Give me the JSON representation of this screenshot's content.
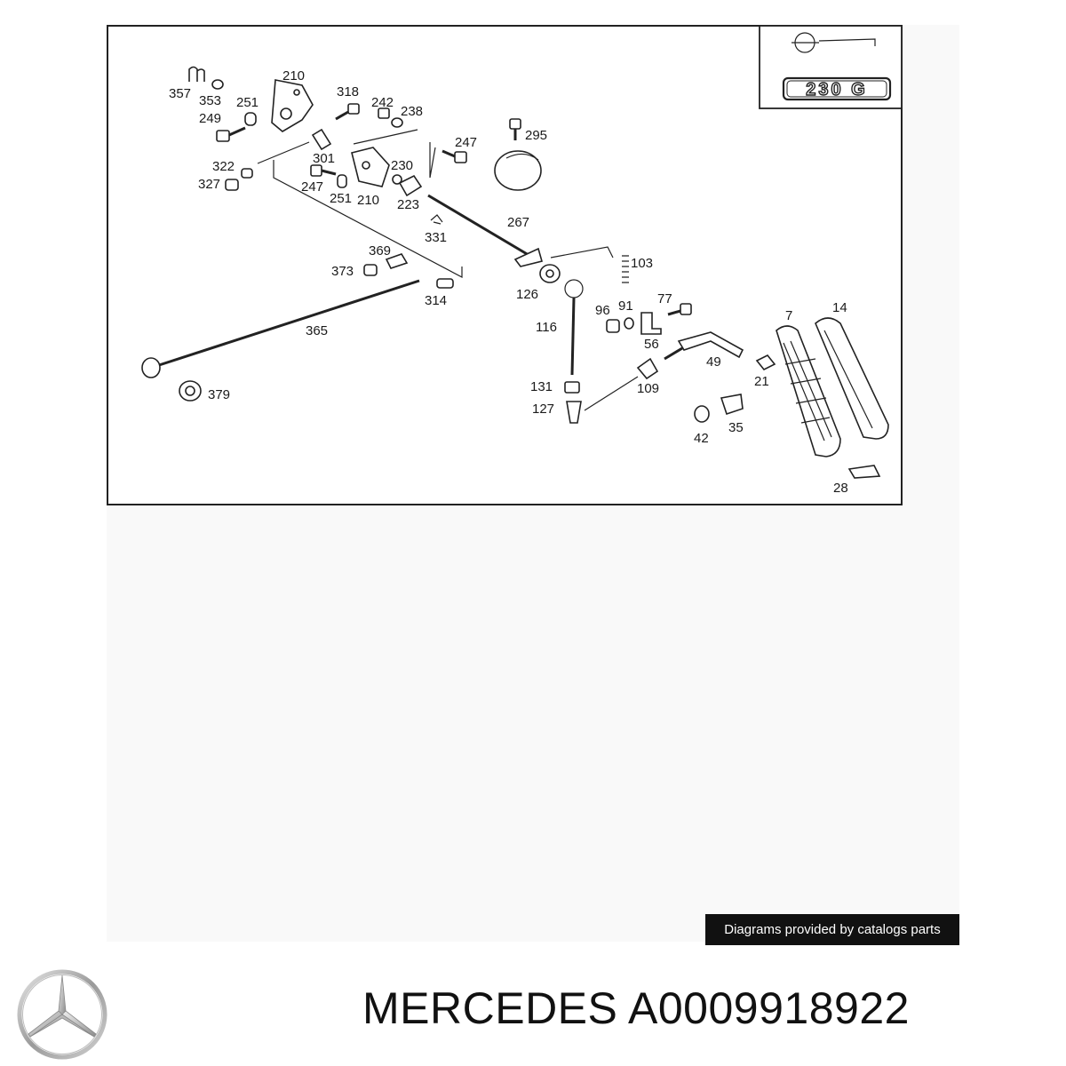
{
  "model_badge": "230 G",
  "parts": [
    "357",
    "353",
    "251",
    "249",
    "210",
    "318",
    "242",
    "238",
    "247",
    "295",
    "322",
    "327",
    "301",
    "247",
    "251",
    "210",
    "230",
    "223",
    "331",
    "267",
    "369",
    "373",
    "314",
    "365",
    "379",
    "103",
    "126",
    "96",
    "91",
    "77",
    "56",
    "116",
    "49",
    "7",
    "14",
    "21",
    "131",
    "127",
    "109",
    "42",
    "35",
    "28"
  ],
  "credit": "Diagrams provided by catalogs parts",
  "caption": "MERCEDES A0009918922"
}
